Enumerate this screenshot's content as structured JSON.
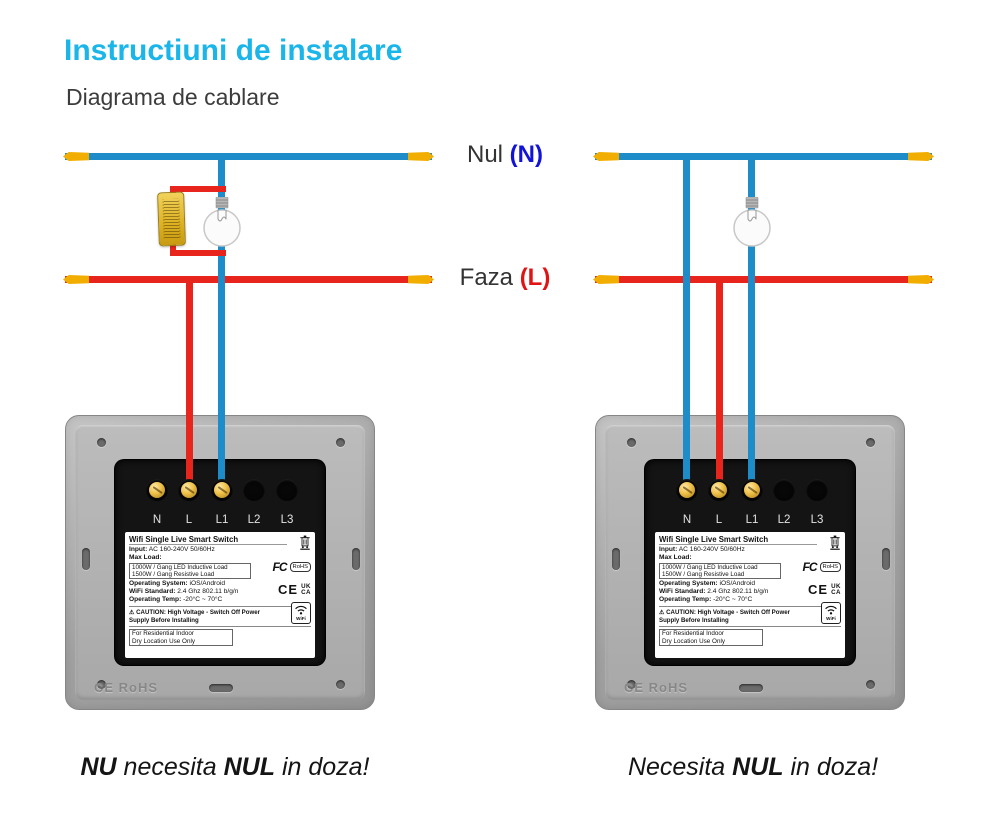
{
  "header": {
    "title": "Instructiuni de instalare",
    "subtitle": "Diagrama de cablare"
  },
  "wire_labels": {
    "neutral_name": "Nul ",
    "neutral_mark": "(N)",
    "live_name": "Faza ",
    "live_mark": "(L)"
  },
  "colors": {
    "neutral_wire": "#1e8cc9",
    "live_wire": "#e8251d",
    "wire_tip": "#f2ae00",
    "title_accent": "#1ab5e9",
    "neutral_mark_text": "#1313d8",
    "live_mark_text": "#e01414"
  },
  "module": {
    "terminals": [
      "N",
      "L",
      "L1",
      "L2",
      "L3"
    ],
    "label": {
      "title": "Wifi Single Live Smart Switch",
      "input_label": "Input:",
      "input_value": " AC 160-240V 50/60Hz",
      "max_load_label": "Max Load:",
      "load_line1": "1000W / Gang LED Inductive Load",
      "load_line2": "1500W / Gang Resistive Load",
      "os_label": "Operating System:",
      "os_value": " iOS/Android",
      "wifi_label": "WiFi Standard:",
      "wifi_value": " 2.4 Ghz 802.11 b/g/n",
      "temp_label": "Operating Temp:",
      "temp_value": " -20°C ~ 70°C",
      "caution_line1": "⚠ CAUTION: High Voltage - Switch Off Power",
      "caution_line2": "Supply Before Installing",
      "indoor_line1": "For Residential Indoor",
      "indoor_line2": "Dry Location Use Only",
      "fcc_mark": "FC",
      "rohs_mark": "RoHS",
      "ce_mark": "CE",
      "ukca_line1": "UK",
      "ukca_line2": "CA",
      "wifi_badge": "WiFi"
    },
    "frame_mark": "CE RoHS"
  },
  "captions": {
    "left_bold1": "NU",
    "left_text1": " necesita ",
    "left_bold2": "NUL",
    "left_text2": " in doza!",
    "right_text1": "Necesita ",
    "right_bold1": "NUL",
    "right_text2": " in doza!"
  }
}
